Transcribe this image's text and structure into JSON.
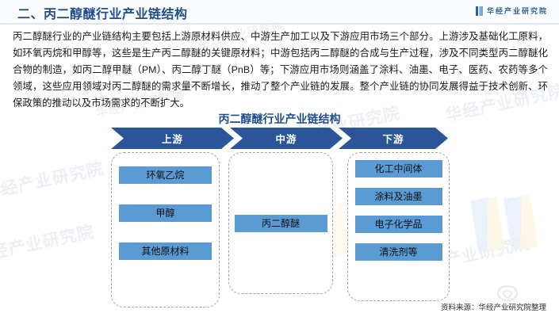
{
  "header": {
    "title": "二、丙二醇醚行业产业链结构",
    "brand_icon": "book-mark-icon",
    "brand_text": "华经产业研究院"
  },
  "body": {
    "paragraph": "丙二醇醚行业的产业链结构主要包括上游原材料供应、中游生产加工以及下游应用市场三个部分。上游涉及基础化工原料，如环氧丙烷和甲醇等，这些是生产丙二醇醚的关键原材料；中游包括丙二醇醚的合成与生产过程，涉及不同类型丙二醇醚化合物的制造，如丙二醇甲醚（PM）、丙二醇丁醚（PnB）等；下游应用市场则涵盖了涂料、油墨、电子、医药、农药等多个领域，这些应用领域对丙二醇醚的需求量不断增长，推动了整个产业链的发展。整个产业链的协同发展得益于技术创新、环保政策的推动以及市场需求的不断扩大。"
  },
  "figure": {
    "title": "丙二醇醚行业产业链结构",
    "stages": [
      {
        "label": "上游"
      },
      {
        "label": "中游"
      },
      {
        "label": "下游"
      }
    ],
    "columns": [
      {
        "stage": "上游",
        "nodes": [
          "环氧乙烷",
          "甲醇",
          "其他原材料"
        ]
      },
      {
        "stage": "中游",
        "nodes": [
          "丙二醇醚"
        ]
      },
      {
        "stage": "下游",
        "nodes": [
          "化工中间体",
          "涂料及油墨",
          "电子化学品",
          "清洗剂等"
        ]
      }
    ]
  },
  "footer": {
    "source": "资料来源：华经产业研究院整理"
  },
  "watermarks": {
    "text": "华经产业研究院"
  },
  "colors": {
    "header_title": "#1f4e8c",
    "chevron": "#2a5699",
    "node": "#5b9bd5",
    "divider": "#dde7f2"
  }
}
